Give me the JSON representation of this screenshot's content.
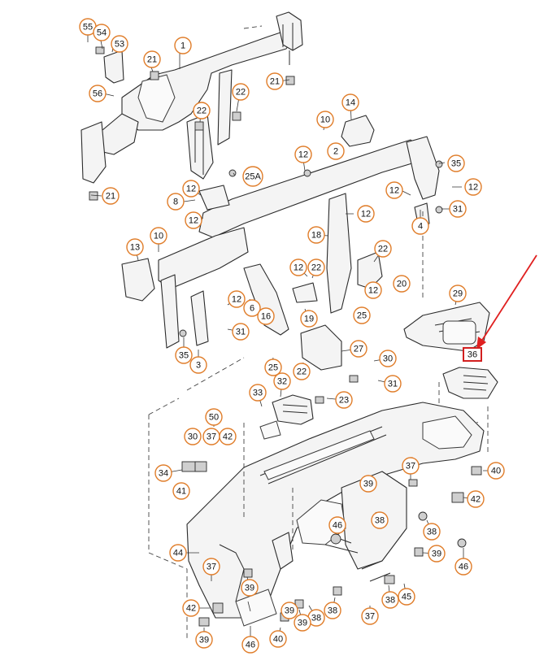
{
  "diagram": {
    "highlighted_callout": "36",
    "callouts": [
      {
        "id": "c55",
        "label": "55"
      },
      {
        "id": "c54",
        "label": "54"
      },
      {
        "id": "c53",
        "label": "53"
      },
      {
        "id": "c1",
        "label": "1"
      },
      {
        "id": "c21a",
        "label": "21"
      },
      {
        "id": "c21b",
        "label": "21"
      },
      {
        "id": "c56",
        "label": "56"
      },
      {
        "id": "c22a",
        "label": "22"
      },
      {
        "id": "c22b",
        "label": "22"
      },
      {
        "id": "c14",
        "label": "14"
      },
      {
        "id": "c10a",
        "label": "10"
      },
      {
        "id": "c21c",
        "label": "21"
      },
      {
        "id": "c12a",
        "label": "12"
      },
      {
        "id": "c2",
        "label": "2"
      },
      {
        "id": "c35a",
        "label": "35"
      },
      {
        "id": "c25A",
        "label": "25A"
      },
      {
        "id": "c12b",
        "label": "12"
      },
      {
        "id": "c12c",
        "label": "12"
      },
      {
        "id": "c12d",
        "label": "12"
      },
      {
        "id": "c8",
        "label": "8"
      },
      {
        "id": "c12e",
        "label": "12"
      },
      {
        "id": "c31a",
        "label": "31"
      },
      {
        "id": "c12f",
        "label": "12"
      },
      {
        "id": "c4",
        "label": "4"
      },
      {
        "id": "c13",
        "label": "13"
      },
      {
        "id": "c10b",
        "label": "10"
      },
      {
        "id": "c18",
        "label": "18"
      },
      {
        "id": "c22c",
        "label": "22"
      },
      {
        "id": "c12g",
        "label": "12"
      },
      {
        "id": "c22d",
        "label": "22"
      },
      {
        "id": "c12h",
        "label": "12"
      },
      {
        "id": "c20",
        "label": "20"
      },
      {
        "id": "c12i",
        "label": "12"
      },
      {
        "id": "c6",
        "label": "6"
      },
      {
        "id": "c16",
        "label": "16"
      },
      {
        "id": "c19",
        "label": "19"
      },
      {
        "id": "c25a",
        "label": "25"
      },
      {
        "id": "c29",
        "label": "29"
      },
      {
        "id": "c31b",
        "label": "31"
      },
      {
        "id": "c35b",
        "label": "35"
      },
      {
        "id": "c3",
        "label": "3"
      },
      {
        "id": "c27",
        "label": "27"
      },
      {
        "id": "c30a",
        "label": "30"
      },
      {
        "id": "c25b",
        "label": "25"
      },
      {
        "id": "c22e",
        "label": "22"
      },
      {
        "id": "c31c",
        "label": "31"
      },
      {
        "id": "c32",
        "label": "32"
      },
      {
        "id": "c33",
        "label": "33"
      },
      {
        "id": "c23",
        "label": "23"
      },
      {
        "id": "c50",
        "label": "50"
      },
      {
        "id": "c30b",
        "label": "30"
      },
      {
        "id": "c37a",
        "label": "37"
      },
      {
        "id": "c42a",
        "label": "42"
      },
      {
        "id": "c34",
        "label": "34"
      },
      {
        "id": "c41",
        "label": "41"
      },
      {
        "id": "c37b",
        "label": "37"
      },
      {
        "id": "c40a",
        "label": "40"
      },
      {
        "id": "c39a",
        "label": "39"
      },
      {
        "id": "c38a",
        "label": "38"
      },
      {
        "id": "c42b",
        "label": "42"
      },
      {
        "id": "c46a",
        "label": "46"
      },
      {
        "id": "c38b",
        "label": "38"
      },
      {
        "id": "c44",
        "label": "44"
      },
      {
        "id": "c37c",
        "label": "37"
      },
      {
        "id": "c39b",
        "label": "39"
      },
      {
        "id": "c46b",
        "label": "46"
      },
      {
        "id": "c39c",
        "label": "39"
      },
      {
        "id": "c38c",
        "label": "38"
      },
      {
        "id": "c45",
        "label": "45"
      },
      {
        "id": "c38d",
        "label": "38"
      },
      {
        "id": "c42c",
        "label": "42"
      },
      {
        "id": "c39d",
        "label": "39"
      },
      {
        "id": "c38e",
        "label": "38"
      },
      {
        "id": "c37d",
        "label": "37"
      },
      {
        "id": "c39e",
        "label": "39"
      },
      {
        "id": "c39f",
        "label": "39"
      },
      {
        "id": "c40b",
        "label": "40"
      },
      {
        "id": "c46c",
        "label": "46"
      }
    ]
  }
}
